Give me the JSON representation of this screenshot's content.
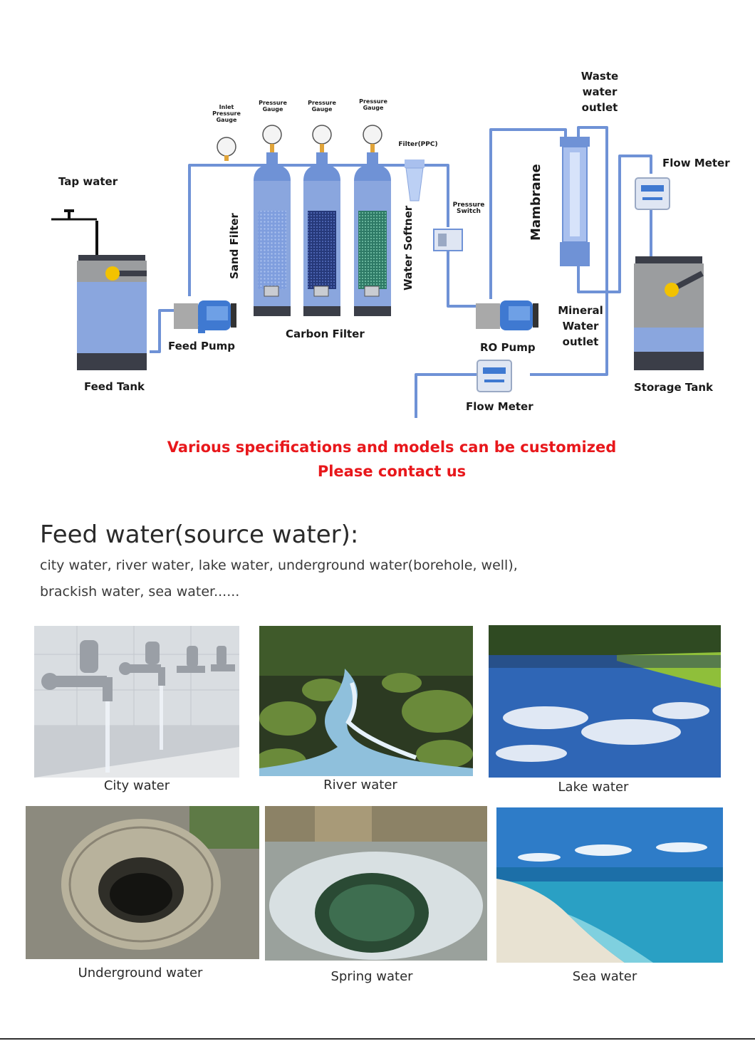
{
  "diagram": {
    "labels": {
      "tap_water": "Tap water",
      "feed_tank": "Feed Tank",
      "feed_pump": "Feed Pump",
      "inlet_pressure_gauge": [
        "Inlet",
        "Pressure",
        "Gauge"
      ],
      "pressure_gauge": [
        "Pressure",
        "Gauge"
      ],
      "sand_filter": "Sand Filter",
      "carbon_filter": "Carbon Filter",
      "water_softner": "Water Softner",
      "filter_ppc": "Filter(PPC)",
      "pressure_switch": [
        "Pressure",
        "Switch"
      ],
      "ro_pump": "RO Pump",
      "membrane": "Mambrane",
      "waste_water_outlet": [
        "Waste",
        "water",
        "outlet"
      ],
      "mineral_water_outlet": [
        "Mineral",
        "Water",
        "outlet"
      ],
      "flow_meter": "Flow Meter",
      "storage_tank": "Storage Tank"
    },
    "colors": {
      "pipe": "#6f92d6",
      "tank_body": "#8aa6de",
      "tank_dark": "#3b3e48",
      "tank_top": "#9b9d9f",
      "valve_ball": "#f2c200"
    }
  },
  "notice": {
    "line1": "Various specifications and models can be customized",
    "line2": "Please contact us",
    "color": "#e8171b"
  },
  "feed": {
    "heading": "Feed water(source water):",
    "line1": "city water, river water, lake water, underground water(borehole, well),",
    "line2": "brackish water, sea water......"
  },
  "sources": [
    {
      "caption": "City water"
    },
    {
      "caption": "River water"
    },
    {
      "caption": "Lake water"
    },
    {
      "caption": "Underground water"
    },
    {
      "caption": "Spring water"
    },
    {
      "caption": "Sea water"
    }
  ]
}
